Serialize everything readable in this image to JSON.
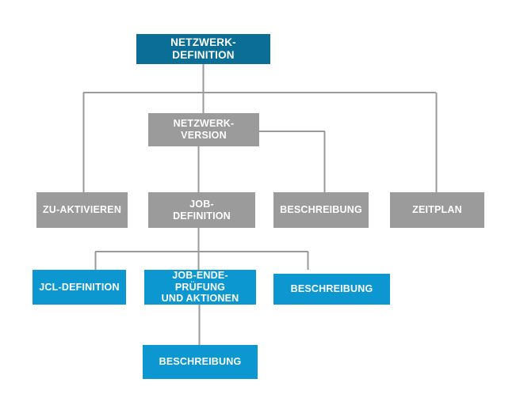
{
  "diagram": {
    "title": "Netzwerk-Definition Hierarchie",
    "type": "hierarchy-tree",
    "background_color": "#ffffff",
    "connector_color": "#9a9a9a",
    "palette": {
      "root_box": "#0b6e96",
      "gray_box": "#9b9b9b",
      "blue_box": "#0c97d1",
      "label_text": "#ffffff"
    },
    "levels": [
      {
        "level": 1,
        "color_key": "root_box",
        "nodes": [
          {
            "id": "netzwerk-definition",
            "label": "NETZWERK-DEFINITION"
          }
        ]
      },
      {
        "level": 2,
        "color_key": "gray_box",
        "nodes": [
          {
            "id": "netzwerk-version",
            "label": "NETZWERK-\nVERSION"
          }
        ]
      },
      {
        "level": 3,
        "color_key": "gray_box",
        "nodes": [
          {
            "id": "zu-aktivieren",
            "label": "ZU-AKTIVIEREN"
          },
          {
            "id": "job-definition",
            "label": "JOB-\nDEFINITION"
          },
          {
            "id": "beschreibung-version",
            "label": "BESCHREIBUNG"
          },
          {
            "id": "zeitplan",
            "label": "ZEITPLAN"
          }
        ]
      },
      {
        "level": 4,
        "color_key": "blue_box",
        "nodes": [
          {
            "id": "jcl-definition",
            "label": "JCL-DEFINITION"
          },
          {
            "id": "job-ende-pruefung",
            "label": "JOB-ENDE-PRÜFUNG\nUND AKTIONEN"
          },
          {
            "id": "beschreibung-job",
            "label": "BESCHREIBUNG"
          }
        ]
      },
      {
        "level": 5,
        "color_key": "blue_box",
        "nodes": [
          {
            "id": "beschreibung-jobende",
            "label": "BESCHREIBUNG"
          }
        ]
      }
    ],
    "boxes": {
      "netzwerk_definition": {
        "label": "NETZWERK-DEFINITION"
      },
      "netzwerk_version": {
        "label": "NETZWERK-\nVERSION"
      },
      "zu_aktivieren": {
        "label": "ZU-AKTIVIEREN"
      },
      "job_definition": {
        "label": "JOB-\nDEFINITION"
      },
      "beschreibung_version": {
        "label": "BESCHREIBUNG"
      },
      "zeitplan": {
        "label": "ZEITPLAN"
      },
      "jcl_definition": {
        "label": "JCL-DEFINITION"
      },
      "job_ende_pruefung": {
        "label": "JOB-ENDE-PRÜFUNG\nUND AKTIONEN"
      },
      "beschreibung_job": {
        "label": "BESCHREIBUNG"
      },
      "beschreibung_jobende": {
        "label": "BESCHREIBUNG"
      }
    }
  }
}
